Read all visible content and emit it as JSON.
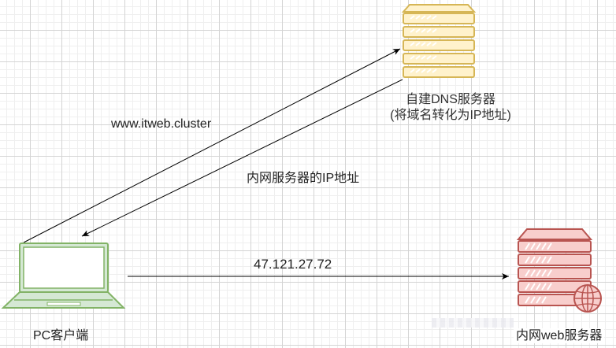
{
  "diagram": {
    "nodes": {
      "dns_server": {
        "icon": "server-stack-icon",
        "color_fill": "#fff2cc",
        "color_stroke": "#d6b656",
        "label_line1": "自建DNS服务器",
        "label_line2": "(将域名转化为IP地址)"
      },
      "pc_client": {
        "icon": "laptop-icon",
        "color_fill": "#d5e8d4",
        "color_stroke": "#82b366",
        "label": "PC客户端"
      },
      "web_server": {
        "icon": "web-server-icon",
        "color_fill": "#f8cecc",
        "color_stroke": "#b85450",
        "label": "内网web服务器"
      }
    },
    "edges": {
      "query": {
        "label": "www.itweb.cluster"
      },
      "answer": {
        "label": "内网服务器的IP地址"
      },
      "request": {
        "label": "47.121.27.72"
      }
    },
    "colors": {
      "edge": "#000000",
      "grid": "#d4d4d4"
    }
  }
}
